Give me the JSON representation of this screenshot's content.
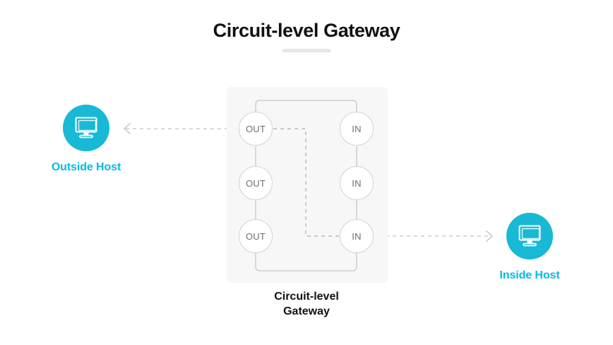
{
  "page": {
    "title": "Circuit-level Gateway",
    "background": "#ffffff"
  },
  "colors": {
    "accent_cyan": "#17b9d4",
    "label_cyan": "#00bbe4",
    "panel_gray": "#f7f7f7",
    "line_gray": "#c9c9c9",
    "text_dark": "#111111",
    "port_text": "#6e6e6e",
    "rule_gray": "#e7e7e7"
  },
  "hosts": {
    "outside": {
      "label": "Outside Host",
      "icon": "desktop-monitor-icon"
    },
    "inside": {
      "label": "Inside Host",
      "icon": "desktop-monitor-icon"
    }
  },
  "gateway": {
    "caption_line1": "Circuit-level",
    "caption_line2": "Gateway",
    "out_ports": [
      {
        "label": "OUT"
      },
      {
        "label": "OUT"
      },
      {
        "label": "OUT"
      }
    ],
    "in_ports": [
      {
        "label": "IN"
      },
      {
        "label": "IN"
      },
      {
        "label": "IN"
      }
    ]
  },
  "connections": [
    {
      "name": "outside-host-to-out-port",
      "style": "dashed",
      "arrows": "both"
    },
    {
      "name": "in-port-to-inside-host",
      "style": "dashed",
      "arrows": "both"
    },
    {
      "name": "internal-circuit-path",
      "style": "dashed",
      "arrows": "none"
    }
  ]
}
